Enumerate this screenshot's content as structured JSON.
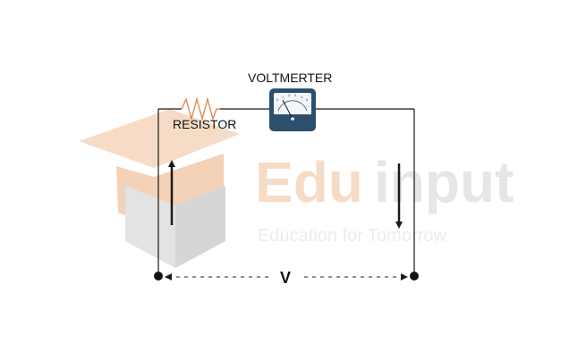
{
  "labels": {
    "meter": "VOLTMERTER",
    "resistor": "RESISTOR",
    "voltage": "V"
  },
  "watermark": {
    "brand_left": "Edu",
    "brand_right": "input",
    "tagline": "Education for Tomorrow"
  },
  "colors": {
    "wire": "#1a1a1a",
    "resistor": "#e0894a",
    "meter_frame": "#2c4f6e",
    "meter_face": "#f2f6f8",
    "watermark_orange": "#f6dcc6",
    "watermark_gray": "#e6e6e6"
  },
  "meter_scale": [
    "0",
    "1",
    "2",
    "3",
    "4",
    "5"
  ],
  "icons": [
    "resistor-icon",
    "voltmeter-icon",
    "arrow-up-icon",
    "arrow-down-icon",
    "terminal-dot-icon"
  ]
}
